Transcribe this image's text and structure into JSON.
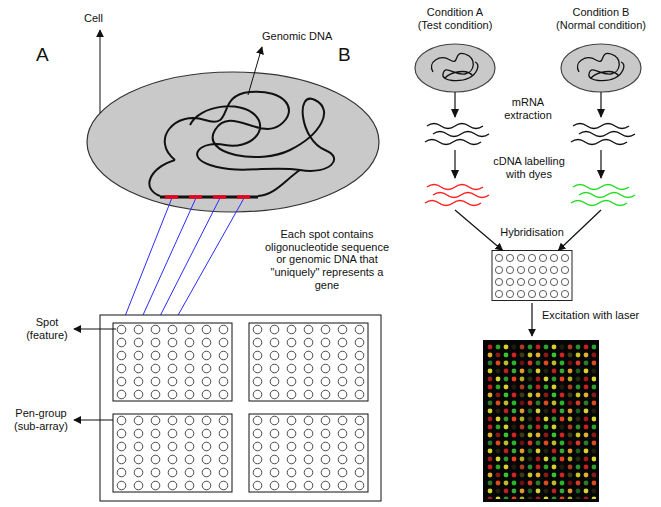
{
  "diagram": {
    "nodes": [
      {
        "text": [
          "Condition A (Test condition)"
        ]
      },
      {
        "text": [
          "Condition B (Normal condition)"
        ]
      },
      {
        "text": [
          "Hybridisation"
        ]
      }
    ],
    "edges": [
      {
        "from": 0,
        "to": 2,
        "arrow": "to"
      },
      {
        "from": 1,
        "to": 2,
        "arrow": "to"
      }
    ],
    "labels": [
      "A",
      "Cell",
      "Genomic DNA",
      "Each spot contains oligonucleotide sequence or genomic DNA that \"uniquely\" represents a gene",
      "Spot (feature)",
      "Pen-group (sub-array)",
      "B",
      "mRNA extraction",
      "cDNA labelling with dyes",
      "Excitation with laser"
    ]
  }
}
